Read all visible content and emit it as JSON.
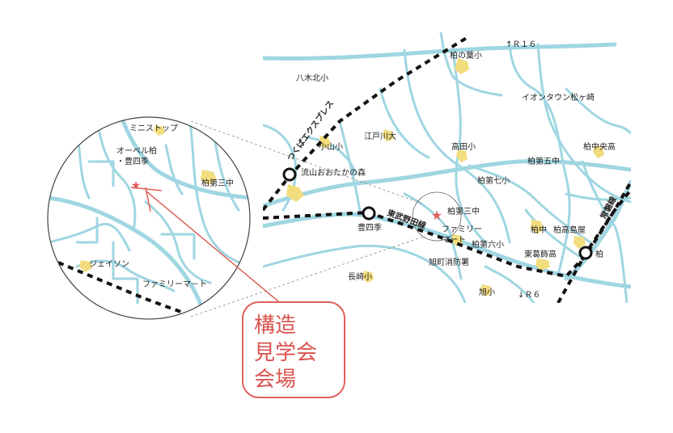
{
  "colors": {
    "road": "#9fd6e1",
    "rail": "#111111",
    "school_patch": "#f2dd7e",
    "accent": "#e0605a",
    "text": "#222222"
  },
  "icons": {
    "venue": "star-icon",
    "station": "station-ring-icon"
  },
  "main_map": {
    "labels": {
      "route16": "↑Ｒ１６",
      "route6": "↓Ｒ６",
      "kashiwanoha_sho": "柏の葉小",
      "yagikitasho": "八木北小",
      "aeon": "イオンタウン松ヶ崎",
      "edogawa": "江戸川大",
      "koyamasho": "小山小",
      "takadasho": "高田小",
      "kashiwa_chuo": "柏中央高",
      "kashiwa_5chu": "柏第五中",
      "nagareyama_otaka": "流山おおたかの森",
      "kashiwa_7sho": "柏第七小",
      "kashiwa_3chu": "柏第三中",
      "toyoshiki": "豊四季",
      "tobu_line": "東武野田線",
      "familymart_1": "ファミリー",
      "familymart_2": "マート",
      "kashiwa_chu": "柏中",
      "kashiwa_takashima": "柏高島屋",
      "joban_line": "常磐線",
      "kashiwa_6sho": "柏第六小",
      "higashi_katsushika": "東葛飾高",
      "kashiwa_station": "柏",
      "asahicho_fire": "旭町消防署",
      "nagasakisho": "長崎小",
      "asahisho": "旭小",
      "tsukuba_express": "つくばエクスプレス"
    }
  },
  "inset_map": {
    "labels": {
      "ministop": "ミニストップ",
      "obel_1": "オーベル柏",
      "obel_2": "・豊四季",
      "kashiwa_3chu": "柏第三中",
      "jayson": "ジェイソン",
      "familymart": "ファミリーマ－ト"
    }
  },
  "callout": {
    "line1": "構造",
    "line2": "見学会",
    "line3": "会場"
  }
}
